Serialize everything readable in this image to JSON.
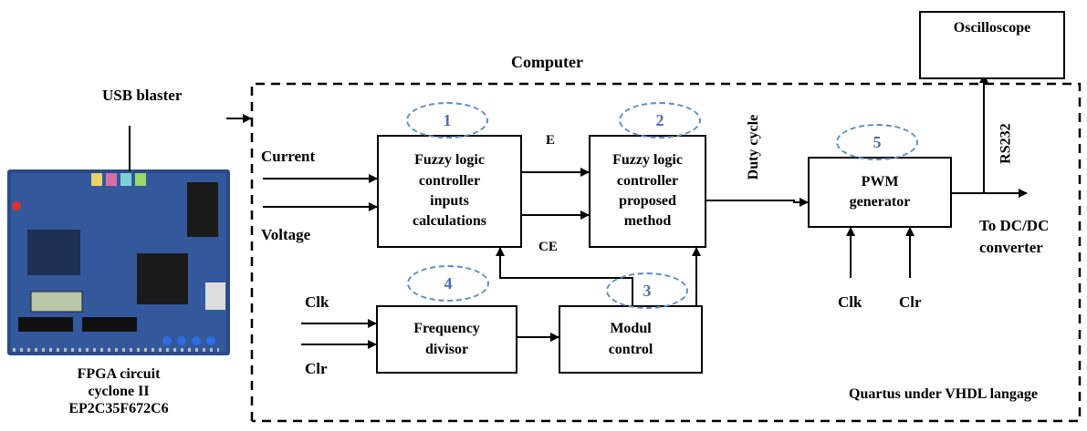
{
  "titles": {
    "computer": "Computer",
    "quartus": "Quartus under VHDL langage",
    "usb": "USB blaster"
  },
  "inputs": {
    "current": "Current",
    "voltage": "Voltage",
    "clk": "Clk",
    "clr": "Clr",
    "clk2": "Clk",
    "clr2": "Clr"
  },
  "signals": {
    "e": "E",
    "ce": "CE",
    "duty": "Duty cycle",
    "rs232": "RS232"
  },
  "output": {
    "line1": "To DC/DC",
    "line2": "converter"
  },
  "blocks": {
    "fuzzy_inputs": [
      "Fuzzy logic",
      "controller",
      "inputs",
      "calculations"
    ],
    "fuzzy_proposed": [
      "Fuzzy logic",
      "controller",
      "proposed",
      "method"
    ],
    "pwm": [
      "PWM",
      "generator"
    ],
    "freq": [
      "Frequency",
      "divisor"
    ],
    "modul": [
      "Modul",
      "control"
    ],
    "oscilloscope": "Oscilloscope"
  },
  "badges": {
    "b1": "1",
    "b2": "2",
    "b3": "3",
    "b4": "4",
    "b5": "5"
  },
  "fpga_caption": [
    "FPGA circuit",
    "cyclone II",
    "EP2C35F672C6"
  ],
  "colors": {
    "badge": "#5b8fc7",
    "badge_text": "#4a6fb0",
    "board": "#2a4a8a"
  }
}
